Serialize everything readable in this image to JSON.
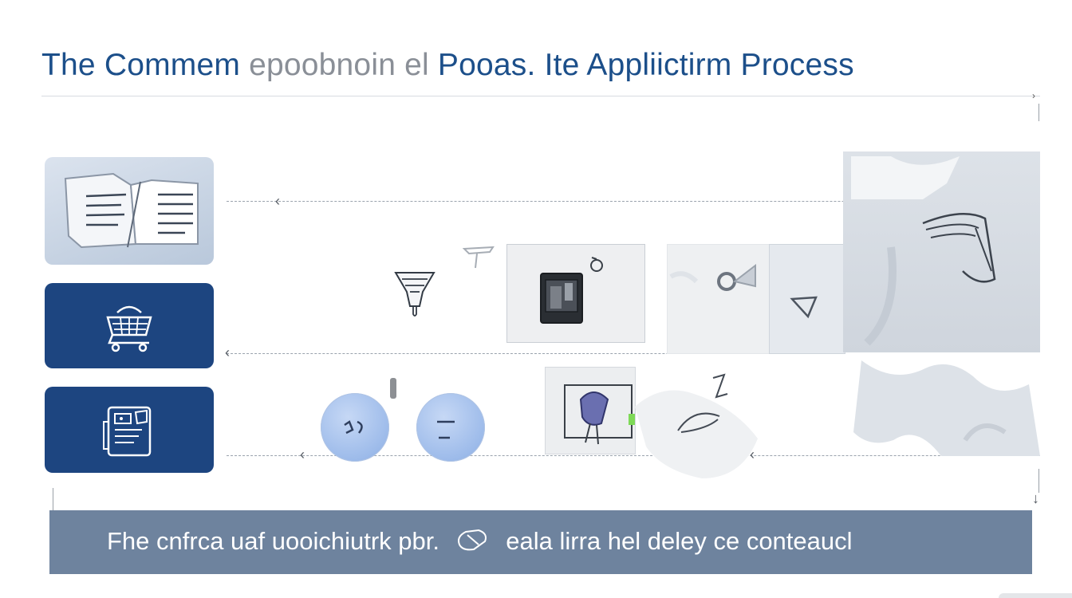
{
  "diagram": {
    "title": {
      "part1": "The Commem",
      "part2": "epoobnoin el",
      "part3": "Pooas. Ite Appliictirm  Process"
    },
    "footer": {
      "text_before_icon": "Fhe cnfrca uaf uooichiutrk pbr.",
      "text_after_icon": "eala lirra hel  deley  ce conteaucl"
    },
    "colors": {
      "title_blue": "#1c4f8a",
      "card_navy": "#1d4580",
      "card_light": "#c8d3e3",
      "banner": "#6e839e",
      "circle_blue": "#9dbbea"
    },
    "icons": {
      "card_1": "document-pages-icon",
      "card_2": "shopping-basket-icon",
      "card_3": "form-printer-icon",
      "mid_1": "funnel-icon",
      "mid_2": "printer-icon",
      "mid_3": "cable-icon",
      "mid_4": "tag-icon",
      "mid_5": "hand-icon"
    }
  }
}
